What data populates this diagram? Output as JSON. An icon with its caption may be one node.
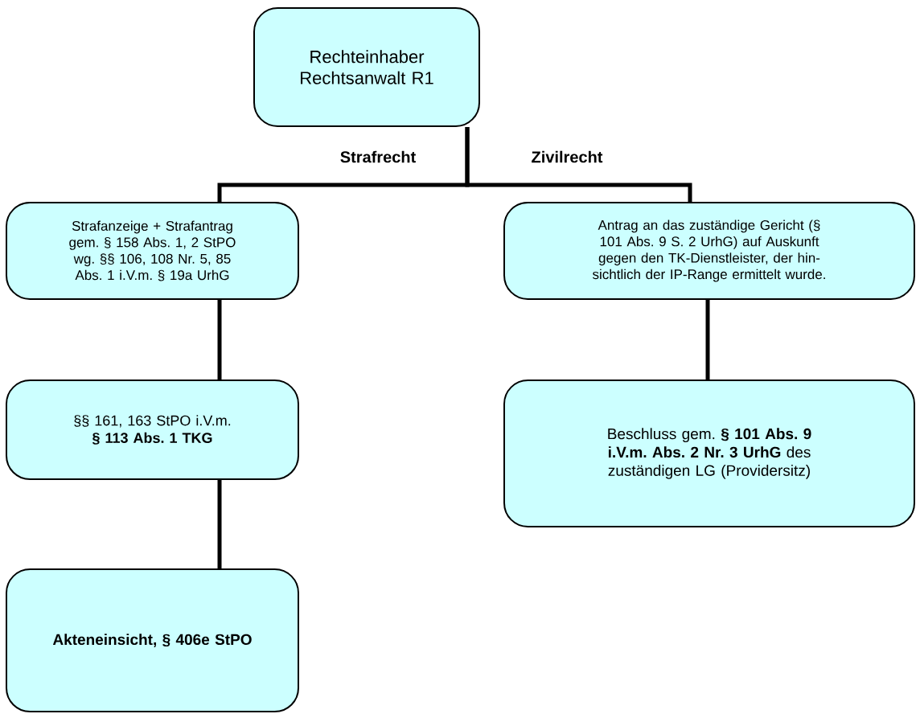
{
  "diagram": {
    "nodes": [
      {
        "text": [
          "Rechteinhaber Rechtsanwalt R1"
        ]
      },
      {
        "text": [
          "Strafanzeige + Strafantrag gem. § 158 Abs. 1,  2 StPO wg. §§ 106, 108 Nr. 5, 85 Abs. 1 i.V.m. § 19a UrhG"
        ]
      },
      {
        "text": [
          "Antrag an das zuständige Gericht (§ 101 Abs. 9 S. 2 UrhG) auf Auskunft gegen den TK-Dienstleister, der hin- sichtlich der IP-Range ermittelt wurde."
        ]
      },
      {
        "text": [
          "§§ 161, 163 StPO i.V.m. **§ 113 Abs. 1 TKG**"
        ]
      },
      {
        "text": [
          "Beschluss gem. **§ 101 Abs. 9 i.V.m. Abs. 2 Nr. 3 UrhG** des zuständigen LG (Providersitz)"
        ]
      },
      {
        "text": [
          "Akteneinsicht, § 406e StPO"
        ]
      }
    ],
    "edges": [
      {
        "from": 0,
        "to": 1,
        "arrow": "none",
        "label": "Strafrecht"
      },
      {
        "from": 0,
        "to": 2,
        "arrow": "none",
        "label": "Zivilrecht"
      },
      {
        "from": 1,
        "to": 3,
        "arrow": "none"
      },
      {
        "from": 2,
        "to": 4,
        "arrow": "none"
      },
      {
        "from": 3,
        "to": 5,
        "arrow": "none"
      }
    ]
  }
}
